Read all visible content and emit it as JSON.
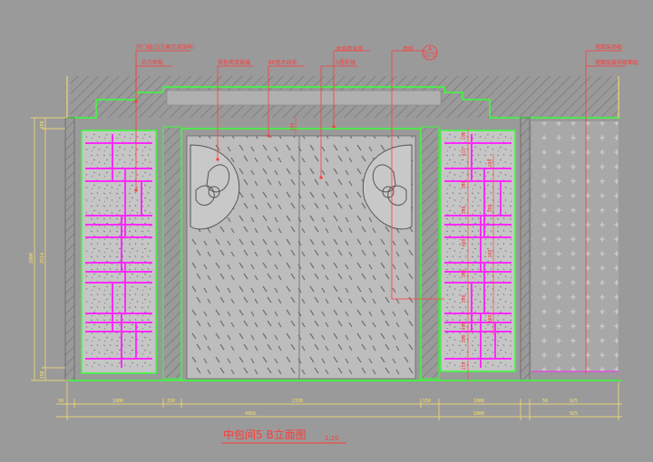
{
  "drawing": {
    "title": "中包间5 B立面图",
    "scale": "1:20",
    "section_marker": {
      "letter": "A",
      "code": "ID2-15"
    }
  },
  "callouts": [
    "开门线(白方展示装饰构)",
    "白方柜板",
    "茶色烤漆玻璃",
    "80宽木线条",
    "5厘彩镜",
    "木饰面油漆",
    "墙纸",
    "墙面装饰板",
    "墙面层装饰板面层"
  ],
  "dimensions": {
    "left_vertical": [
      "2800",
      "2514",
      "150",
      "150"
    ],
    "bottom_row_1": [
      "50",
      "1000",
      "150",
      "2330",
      "150",
      "1000",
      "50",
      "925"
    ],
    "bottom_row_2": [
      "4956",
      "1000",
      "925"
    ],
    "right_column": [
      "150",
      "415",
      "300",
      "300",
      "400",
      "300",
      "300",
      "400",
      "300",
      "150"
    ],
    "right_column_2": [
      "100",
      "100",
      "300",
      "300"
    ],
    "center_top": [
      "100"
    ]
  },
  "colors": {
    "background": "#9a9a9a",
    "outline": "#39ff39",
    "grid_lines": "#ff2bff",
    "annotation": "#ff3b3b",
    "dimension": "#ffe36b",
    "hatch": "#5a5a5a"
  }
}
